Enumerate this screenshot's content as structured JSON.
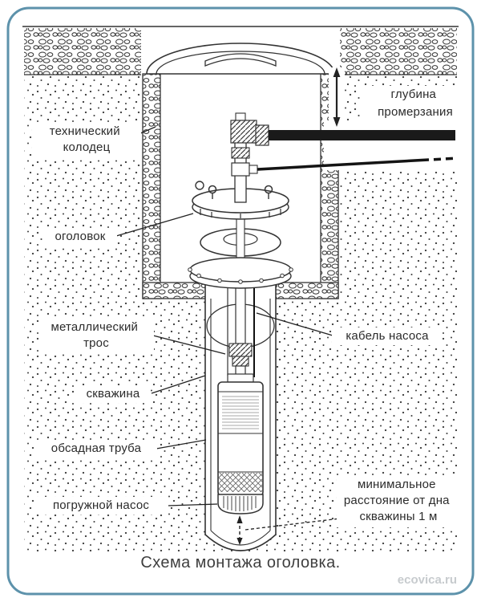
{
  "diagram": {
    "title": "Схема монтажа оголовка.",
    "watermark": "ecovica.ru",
    "colors": {
      "frame": "#5d92ab",
      "ink": "#2b2b2b"
    },
    "labels": {
      "tech_well": {
        "line1": "технический",
        "line2": "колодец"
      },
      "wellhead": "оголовок",
      "metal_rope": {
        "line1": "металлический",
        "line2": "трос"
      },
      "borehole": "скважина",
      "casing_pipe": "обсадная труба",
      "submersible_pump": "погружной насос",
      "pump_cable": "кабель насоса",
      "freezing_depth": {
        "line1": "глубина",
        "line2": "промерзания"
      },
      "min_distance": {
        "line1": "минимальное",
        "line2": "расстояние от дна",
        "line3": "скважины 1 м"
      }
    }
  }
}
